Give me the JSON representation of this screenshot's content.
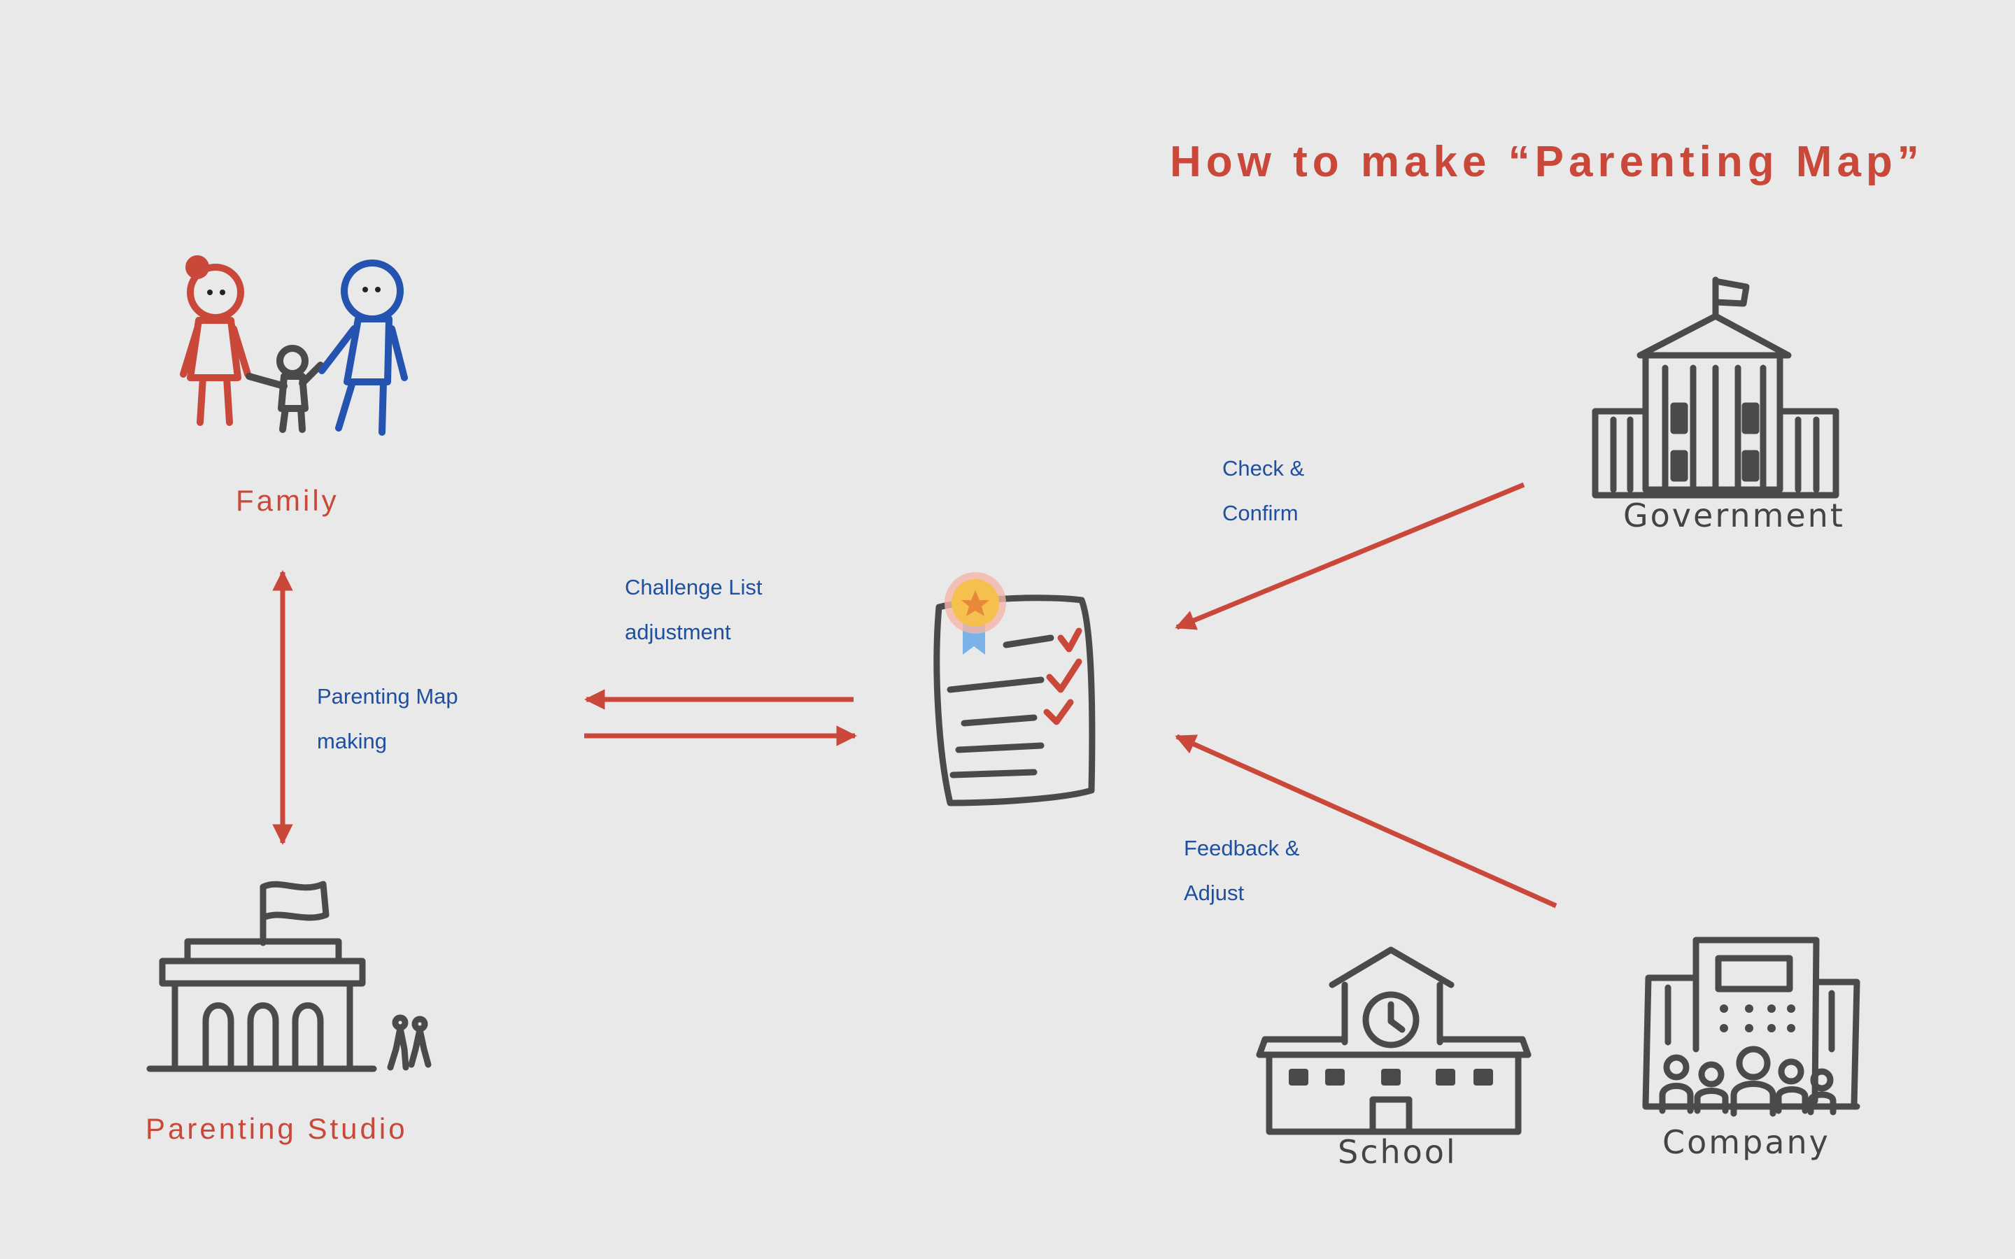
{
  "title": "How to make “Parenting Map”",
  "nodes": {
    "family": "Family",
    "studio": "Parenting Studio",
    "government": "Government",
    "school": "School",
    "company": "Company"
  },
  "edges": {
    "parenting_map_line1": "Parenting Map",
    "parenting_map_line2": "making",
    "challenge_line1": "Challenge List",
    "challenge_line2": "adjustment",
    "check_line1": "Check &",
    "check_line2": "Confirm",
    "feedback_line1": "Feedback &",
    "feedback_line2": "Adjust"
  },
  "colors": {
    "background": "#e9e9e9",
    "accent_red": "#c9483a",
    "label_blue": "#1f4fa0",
    "icon_gray": "#4a4a4a",
    "father_blue": "#2553b0",
    "badge_gold": "#f6c04f",
    "ribbon_blue": "#7bb3e8"
  },
  "icons": [
    "family-icon",
    "parenting-studio-icon",
    "checklist-certificate-icon",
    "government-building-icon",
    "school-icon",
    "company-icon"
  ]
}
